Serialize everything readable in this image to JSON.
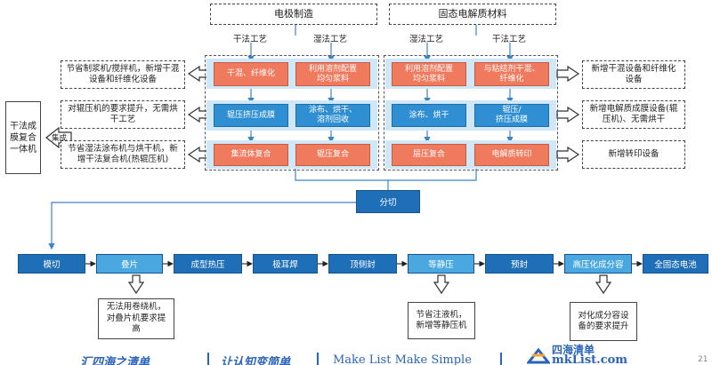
{
  "headers": {
    "electrode": "电极制造",
    "solid_electrolyte": "固态电解质材料"
  },
  "process_labels": {
    "dry_left": "干法工艺",
    "wet_left": "湿法工艺",
    "wet_right": "湿法工艺",
    "dry_right": "干法工艺"
  },
  "electrode_boxes": {
    "r1c1": "干混、纤维化",
    "r1c2": "利用溶剂配置\n均匀浆料",
    "r2c1": "辊压挤压成膜",
    "r2c2": "涂布、烘干、\n溶剂回收",
    "r3c1": "集流体复合",
    "r3c2": "辊压复合"
  },
  "electrolyte_boxes": {
    "r1c1": "利用溶剂配置\n均匀浆料",
    "r1c2": "与粘结剂干混、\n纤维化",
    "r2c1": "涂布、烘干",
    "r2c2": "辊压/\n挤压成膜",
    "r3c1": "层压复合",
    "r3c2": "电解质转印"
  },
  "left_notes": {
    "n1": "节省制浆机/搅拌机，新增干混设备和纤维化设备",
    "n2": "对辊压机的要求提升，无需烘干工艺",
    "n3": "节省湿法涂布机与烘干机，新增干法复合机(热辊压机)"
  },
  "far_left": {
    "box": "干法成膜复合一体机",
    "arrow_label": "集成"
  },
  "right_notes": {
    "n1": "新增干混设备和纤维化设备",
    "n2": "新增电解质成膜设备(辊压机)、无需烘干",
    "n3": "新增转印设备"
  },
  "slitting": "分切",
  "process_steps": [
    "模切",
    "叠片",
    "成型热压",
    "极耳焊",
    "顶侧封",
    "等静压",
    "预封",
    "高压化成分容",
    "全固态电池"
  ],
  "bottom_notes": {
    "n1": "无法用卷绕机，对叠片机要求提高",
    "n2": "节省注液机，新增等静压机",
    "n3": "对化成分容设备的要求提升"
  },
  "footer": {
    "left_small": "",
    "slogan1": "汇四海之清单",
    "slogan2": "让认知变简单",
    "slogan3": "Make List Make Simple",
    "brand": "四海清单",
    "site": "mkList.com",
    "page_number": "21"
  },
  "colors": {
    "red_box": "#ef7a5e",
    "blue_box": "#2f8fd2",
    "process_blue": "#1f6fb8",
    "light_blue": "#4aa7df",
    "band": "#cfe7f7",
    "slogan": "#2a64b8"
  }
}
